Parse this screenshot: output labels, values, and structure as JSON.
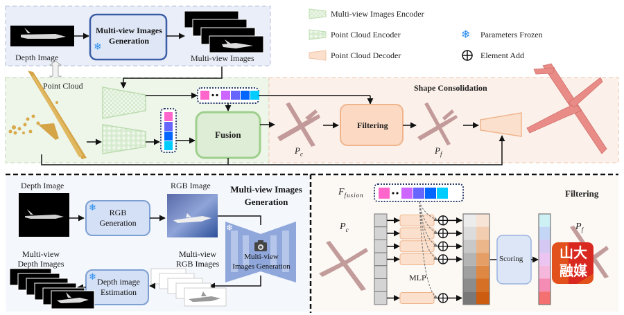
{
  "figure": {
    "top_panel": {
      "depth_image_label": "Depth Image",
      "mv_gen_box": {
        "line1": "Multi-view Images",
        "line2": "Generation"
      },
      "multiview_images_label": "Multi-view Images",
      "point_cloud_label": "Point Cloud",
      "fusion_label": "Fusion",
      "shape_consolidation_title": "Shape Consolidation",
      "filtering_label": "Filtering",
      "pc_label": "P",
      "pc_sub": "c",
      "pf_label": "P",
      "pf_sub": "f"
    },
    "legend": {
      "items": [
        {
          "icon": "mv-encoder-icon",
          "label": "Multi-view Images Encoder"
        },
        {
          "icon": "pc-encoder-icon",
          "label": "Point Cloud Encoder"
        },
        {
          "icon": "pc-decoder-icon",
          "label": "Point Cloud Decoder"
        },
        {
          "icon": "snowflake-icon",
          "label": "Parameters Frozen"
        },
        {
          "icon": "element-add-icon",
          "label": "Element Add"
        }
      ]
    },
    "bottom_left": {
      "title_line1": "Multi-view Images",
      "title_line2": "Generation",
      "depth_image_label": "Depth Image",
      "rgb_image_label": "RGB Image",
      "rgb_gen": {
        "line1": "RGB",
        "line2": "Generation"
      },
      "mv_gen": {
        "line1": "Multi-view",
        "line2": "Images Generation"
      },
      "mv_rgb_label": {
        "line1": "Multi-view",
        "line2": "RGB Images"
      },
      "mv_depth_label": {
        "line1": "Multi-view",
        "line2": "Depth Images"
      },
      "depth_est": {
        "line1": "Depth image",
        "line2": "Estimation"
      }
    },
    "bottom_right": {
      "title": "Filtering",
      "f_fusion_label": "F",
      "f_fusion_sub": "fusion",
      "pc_label": "P",
      "pc_sub": "c",
      "pf_label": "P",
      "pf_sub": "f",
      "mlp_label": "MLP",
      "scoring_label": "Scoring",
      "watermark": {
        "line1": "山大",
        "line2": "融媒"
      }
    },
    "feature_colors": [
      "#ff66cc",
      "#cc66ff",
      "#6666ff",
      "#0066ff",
      "#00ccff"
    ],
    "gray_scale": [
      "#ececec",
      "#dcdcdc",
      "#c8c8c8",
      "#b4b4b4",
      "#a0a0a0",
      "#8c8c8c",
      "#787878"
    ],
    "orange_scale": [
      "#f7e4d6",
      "#f2cdb0",
      "#ecb68b",
      "#e59f66",
      "#de8844",
      "#d67024",
      "#cc5c10"
    ],
    "score_colors": [
      "#cdf0f5",
      "#c4d6f5",
      "#d4c8f2",
      "#ecc4f2",
      "#f5b8dc",
      "#f58cb4",
      "#f57070"
    ]
  }
}
